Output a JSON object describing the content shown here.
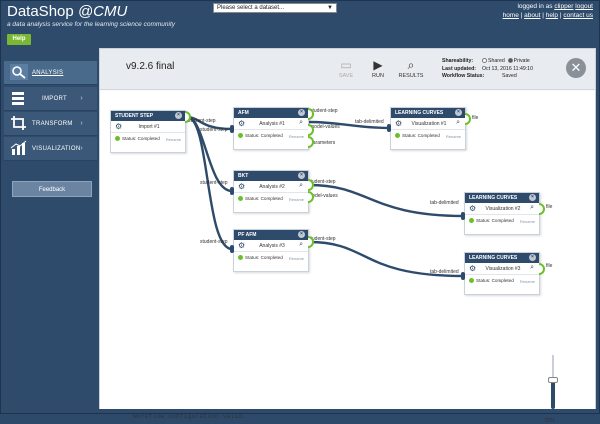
{
  "app": {
    "brand": "DataShop",
    "brand_suffix": "@CMU",
    "tagline": "a data analysis service for the learning science community",
    "help_label": "Help"
  },
  "topbar": {
    "dataset_placeholder": "Please select a dataset...",
    "logged_in_prefix": "logged in as",
    "username": "clipper",
    "logout": "logout",
    "links": [
      "home",
      "about",
      "help",
      "contact us"
    ]
  },
  "sidebar": {
    "items": [
      {
        "label": "ANALYSIS",
        "icon": "magnifier-icon",
        "active": true
      },
      {
        "label": "IMPORT",
        "icon": "import-icon",
        "active": false
      },
      {
        "label": "TRANSFORM",
        "icon": "crop-icon",
        "active": false
      },
      {
        "label": "VISUALIZATION",
        "icon": "bar-chart-icon",
        "active": false
      }
    ],
    "feedback_label": "Feedback"
  },
  "header": {
    "version": "v9.2.6 final",
    "tools": [
      {
        "label": "SAVE",
        "icon": "save-icon",
        "enabled": false
      },
      {
        "label": "RUN",
        "icon": "play-icon",
        "enabled": true
      },
      {
        "label": "RESULTS",
        "icon": "search-icon",
        "enabled": true
      }
    ],
    "shareability_label": "Shareability:",
    "shared_label": "Shared",
    "private_label": "Private",
    "selected_share": "Private",
    "last_updated_label": "Last updated:",
    "last_updated_value": "Oct 13, 2016 11:49:10",
    "workflow_status_label": "Workflow Status:",
    "workflow_status_value": "Saved"
  },
  "nodes": [
    {
      "id": "student-step",
      "title": "STUDENT STEP",
      "name": "Import #1",
      "status": "Status: Completed",
      "rename": "Rename"
    },
    {
      "id": "afm",
      "title": "AFM",
      "name": "Analysis #1",
      "status": "Status: Completed",
      "rename": "Rename"
    },
    {
      "id": "bkt",
      "title": "BKT",
      "name": "Analysis #2",
      "status": "Status: Completed",
      "rename": "Rename"
    },
    {
      "id": "pfa",
      "title": "PF AFM",
      "name": "Analysis #3",
      "status": "Status: Completed",
      "rename": "Rename"
    },
    {
      "id": "lc1",
      "title": "LEARNING CURVES",
      "name": "Visualization #1",
      "status": "Status: Completed",
      "rename": "Rename"
    },
    {
      "id": "lc2",
      "title": "LEARNING CURVES",
      "name": "Visualization #2",
      "status": "Status: Completed",
      "rename": "Rename"
    },
    {
      "id": "lc3",
      "title": "LEARNING CURVES",
      "name": "Visualization #3",
      "status": "Status: Completed",
      "rename": "Rename"
    }
  ],
  "edge_labels": {
    "student_step": "student-step",
    "model_values": "model-values",
    "parameters": "parameters",
    "tab_delimited": "tab-delimited",
    "file": "file"
  },
  "canvas": {
    "status_message": "Workflow configuration valid.",
    "zoom": "75%"
  }
}
